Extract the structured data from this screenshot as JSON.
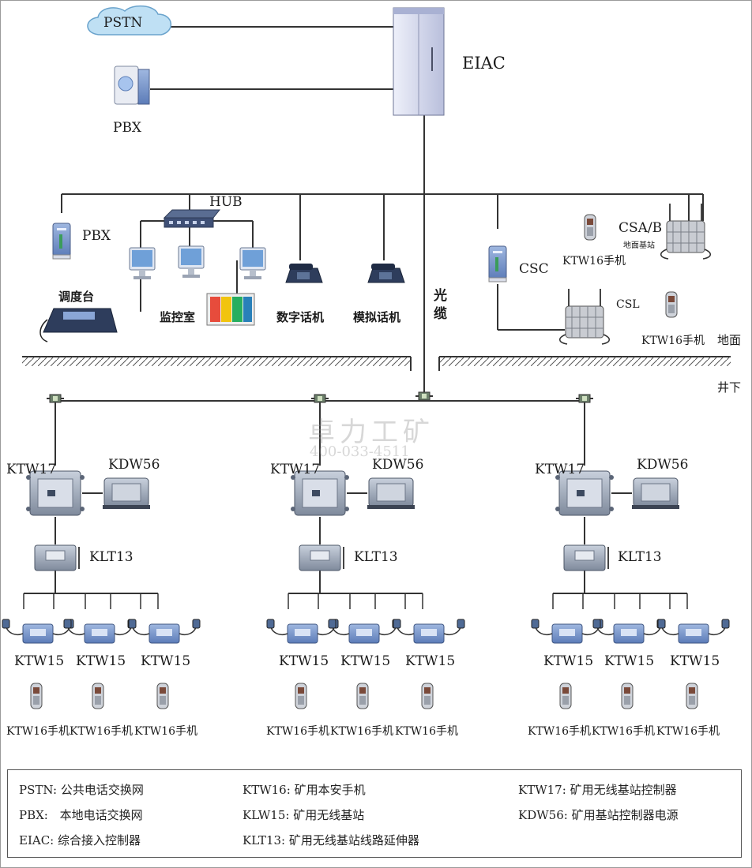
{
  "top": {
    "pstn": "PSTN",
    "pbx": "PBX",
    "eiac": "EIAC"
  },
  "surface": {
    "hub": "HUB",
    "pbx": "PBX",
    "dispatch_console": "调度台",
    "monitor_room": "监控室",
    "digital_phone": "数字话机",
    "analog_phone": "模拟话机",
    "fiber_cable": [
      "光",
      "缆"
    ],
    "csc": "CSC",
    "csa_b": "CSA/B",
    "ground_station": "地面基站",
    "csl": "CSL",
    "handset_1": "KTW16手机",
    "handset_2": "KTW16手机",
    "ground_label": "地面",
    "underground_label": "井下"
  },
  "watermark": {
    "name": "卓力工矿",
    "phone": "400-033-4511"
  },
  "groups": [
    {
      "controller": "KTW17",
      "power": "KDW56",
      "extender": "KLT13",
      "stations": [
        "KTW15",
        "KTW15",
        "KTW15"
      ],
      "phones": [
        "KTW16手机",
        "KTW16手机",
        "KTW16手机"
      ]
    },
    {
      "controller": "KTW17",
      "power": "KDW56",
      "extender": "KLT13",
      "stations": [
        "KTW15",
        "KTW15",
        "KTW15"
      ],
      "phones": [
        "KTW16手机",
        "KTW16手机",
        "KTW16手机"
      ]
    },
    {
      "controller": "KTW17",
      "power": "KDW56",
      "extender": "KLT13",
      "stations": [
        "KTW15",
        "KTW15",
        "KTW15"
      ],
      "phones": [
        "KTW16手机",
        "KTW16手机",
        "KTW16手机"
      ]
    }
  ],
  "legend": [
    {
      "key": "PSTN:",
      "desc": "公共电话交换网"
    },
    {
      "key": "PBX:",
      "desc": "本地电话交换网"
    },
    {
      "key": "EIAC:",
      "desc": "综合接入控制器"
    },
    {
      "key": "KTW16:",
      "desc": "矿用本安手机"
    },
    {
      "key": "KLW15:",
      "desc": "矿用无线基站"
    },
    {
      "key": "KLT13:",
      "desc": "矿用无线基站线路延伸器"
    },
    {
      "key": "KTW17:",
      "desc": "矿用无线基站控制器"
    },
    {
      "key": "KDW56:",
      "desc": "矿用基站控制器电源"
    }
  ],
  "colors": {
    "line": "#333333",
    "device_blue": "#6f8fbf",
    "cabinet": "#d7dcef",
    "box_gray": "#8a96a8",
    "phone_navy": "#2a3a5a"
  }
}
